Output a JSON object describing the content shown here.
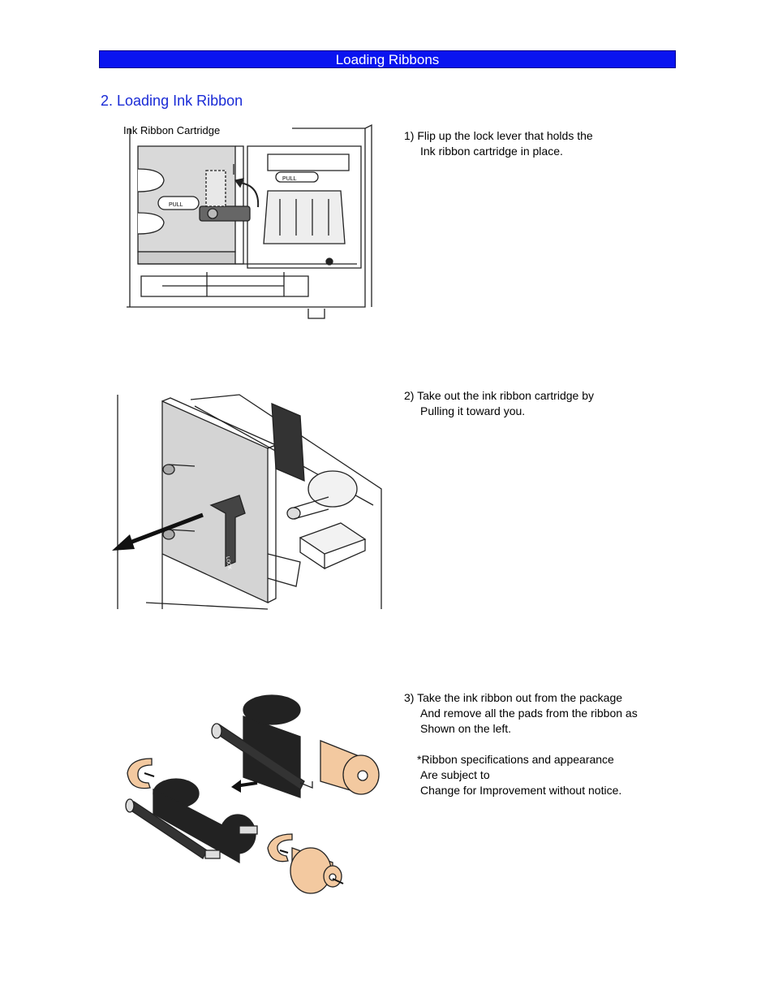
{
  "header": {
    "title": "Loading Ribbons"
  },
  "section": {
    "title": "2. Loading Ink Ribbon"
  },
  "figure1": {
    "label": "Ink Ribbon Cartridge",
    "pull_left": "PULL",
    "pull_right": "PULL"
  },
  "figure2": {
    "lock_text": "LOCK"
  },
  "steps": [
    {
      "line1": "1) Flip up the lock lever that holds the",
      "line2": "Ink ribbon cartridge in place."
    },
    {
      "line1": "2) Take out the ink ribbon cartridge by",
      "line2": "Pulling it toward you."
    },
    {
      "line1": "3) Take the ink ribbon out from the package",
      "line2": "And remove all the pads from the ribbon as",
      "line3": "Shown on the left.",
      "note1": "*Ribbon specifications and appearance",
      "note2": "Are subject to",
      "note3": "Change for Improvement without notice."
    }
  ]
}
